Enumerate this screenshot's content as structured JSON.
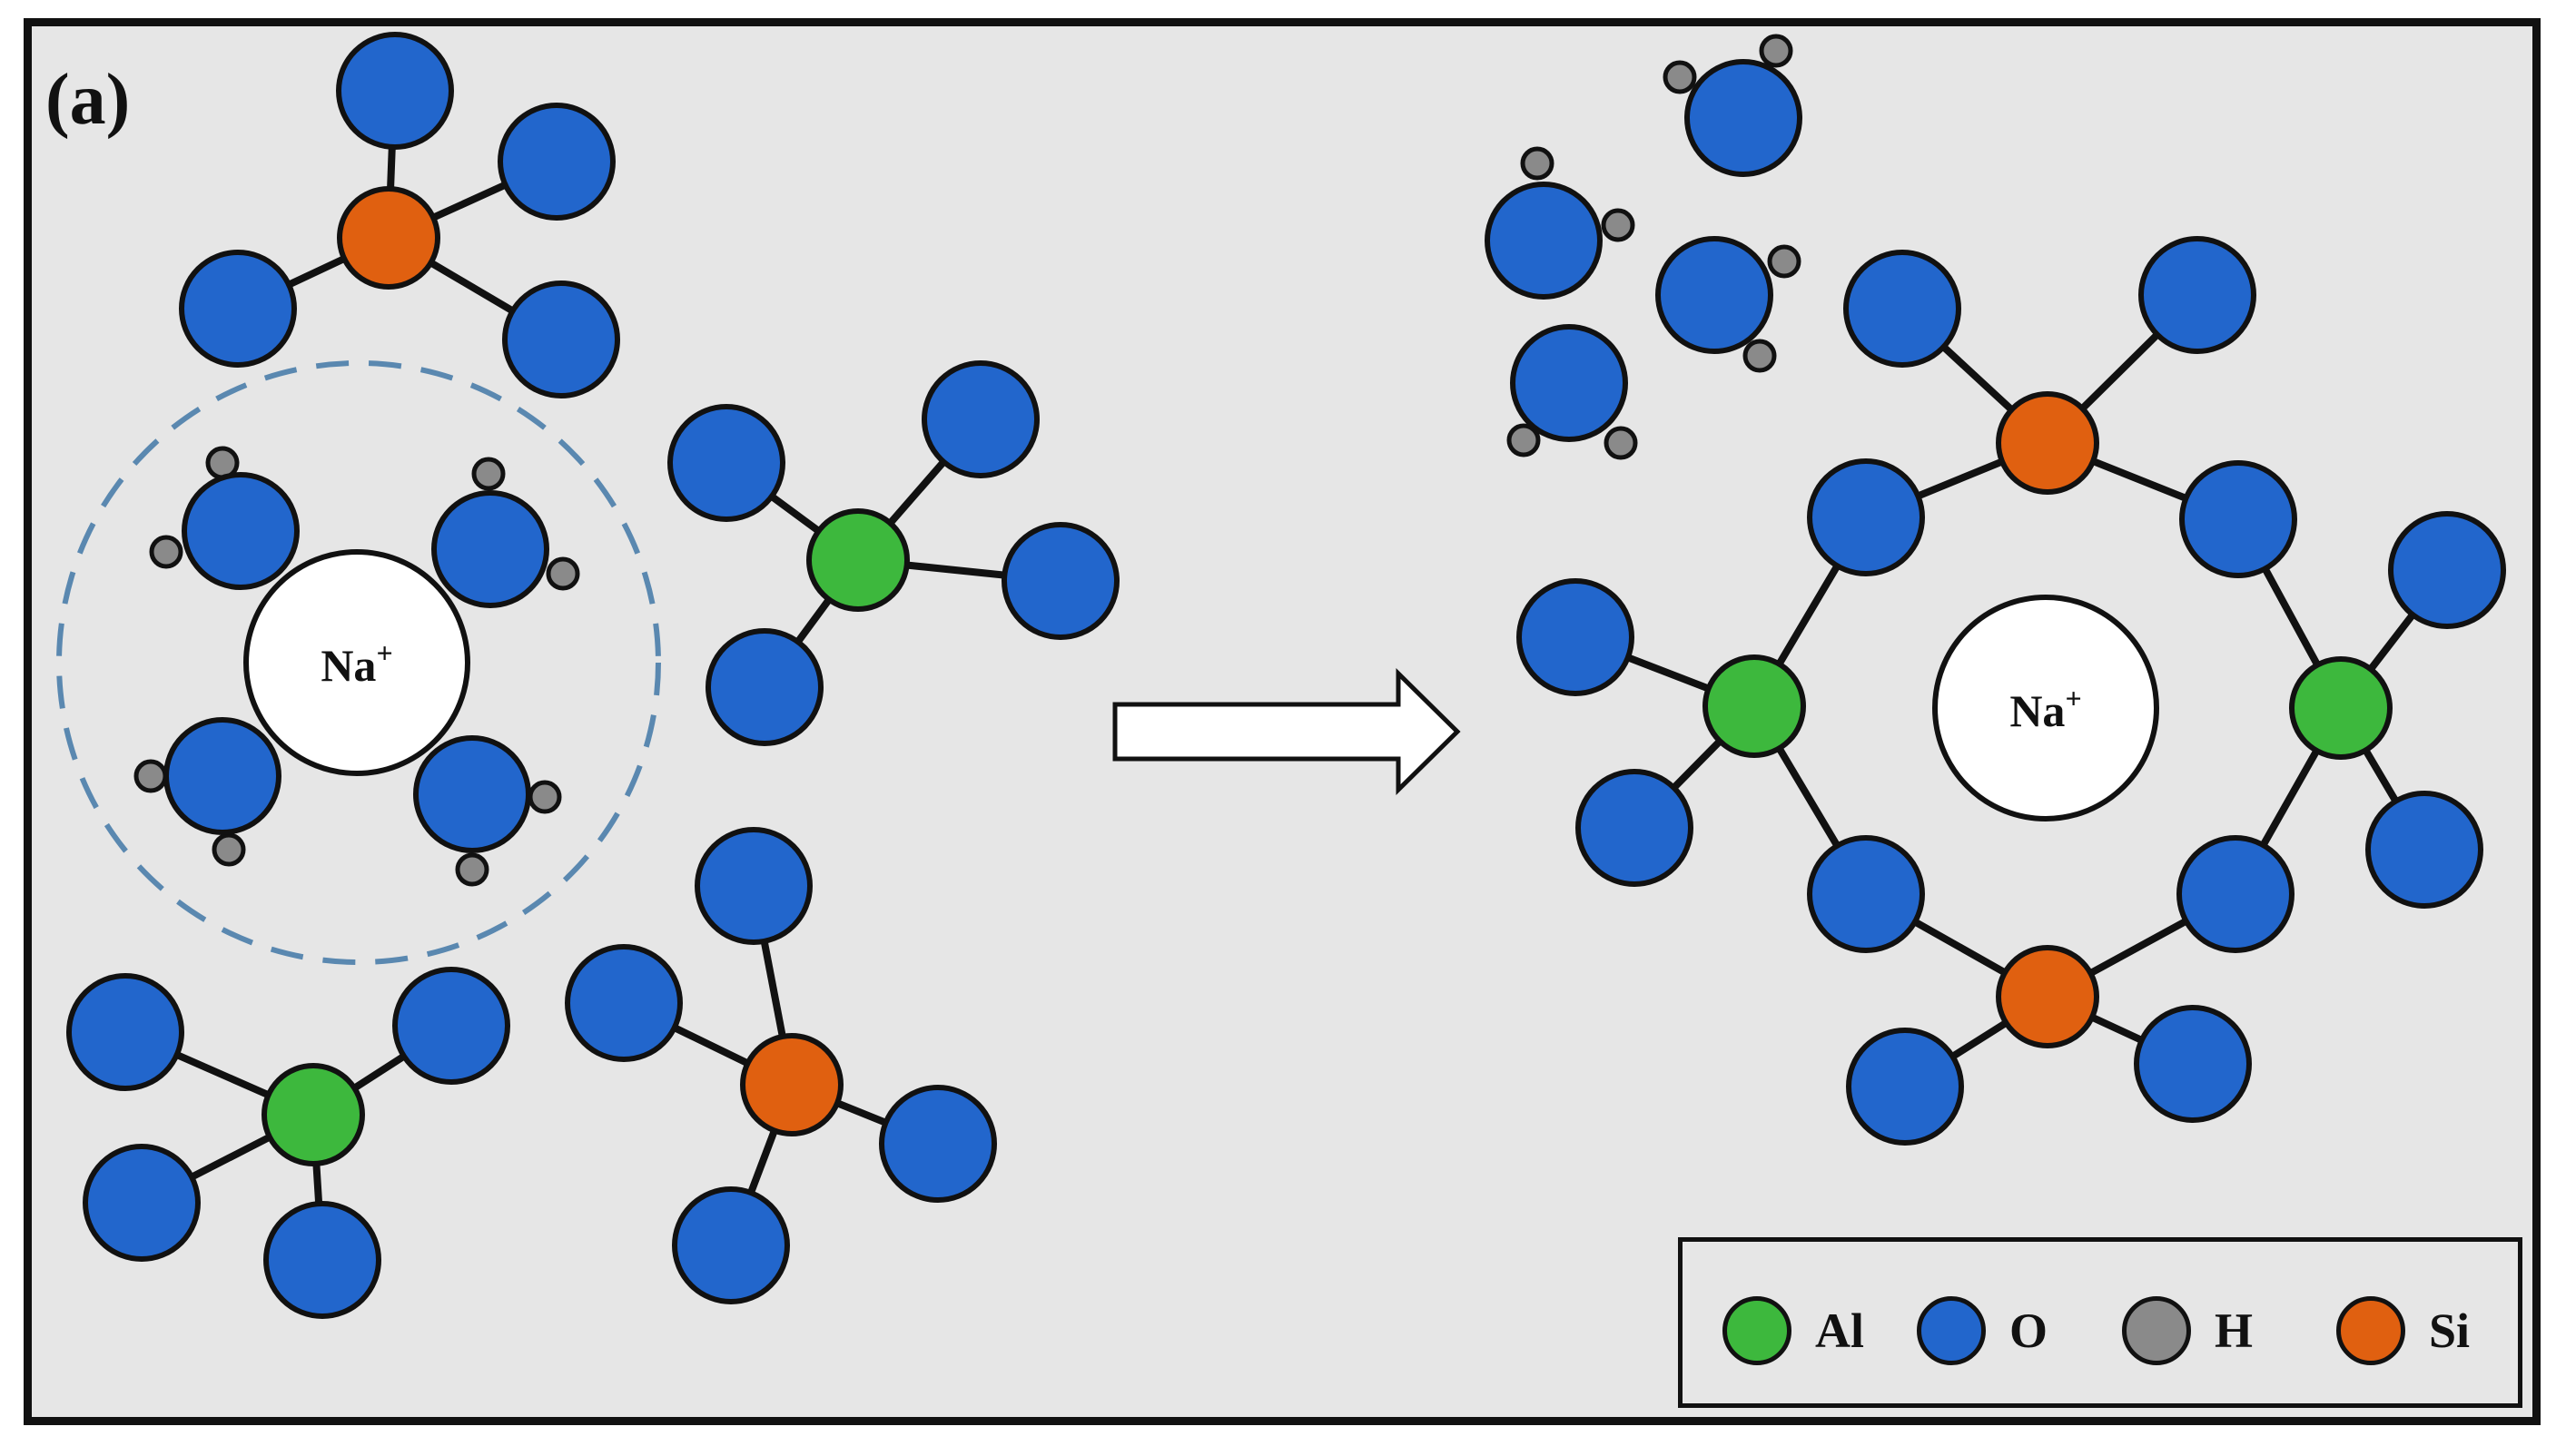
{
  "figure": {
    "panel_label": "(a)",
    "left_cation_label": "Na",
    "right_cation_label": "Na",
    "cation_charge": "+"
  },
  "colors": {
    "background": "#e6e6e6",
    "Al": "#3db83d",
    "O": "#2266cc",
    "H": "#8a8a8a",
    "Si": "#e06010",
    "cation": "#ffffff",
    "bond": "#111111",
    "dashed_circle": "#5a88b0"
  },
  "legend": {
    "items": [
      {
        "label": "Al",
        "color": "#3db83d"
      },
      {
        "label": "O",
        "color": "#2266cc"
      },
      {
        "label": "H",
        "color": "#8a8a8a"
      },
      {
        "label": "Si",
        "color": "#e06010"
      }
    ]
  }
}
